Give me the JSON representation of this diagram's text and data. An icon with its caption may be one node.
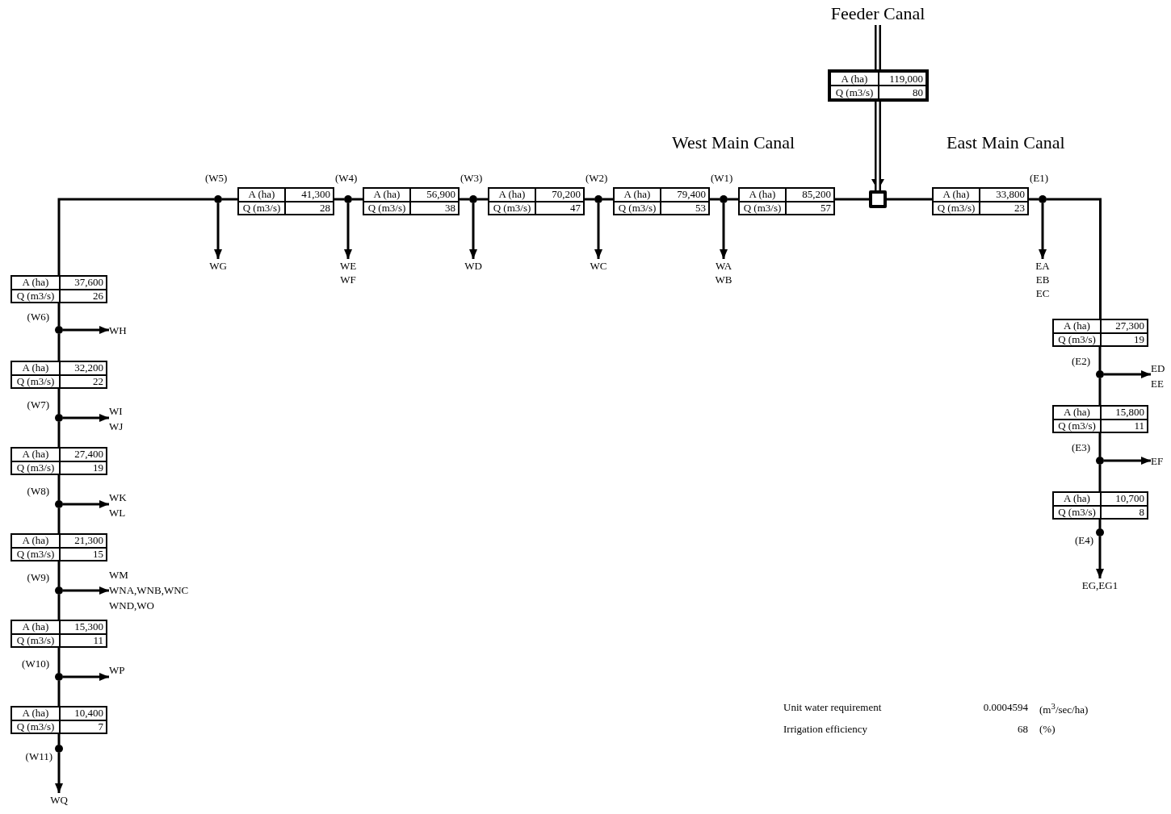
{
  "diagram": {
    "nodes": [
      {
        "text": [
          "Feeder Canal"
        ]
      },
      {
        "text": [
          "A (ha)",
          "119,000",
          "Q (m3/s)",
          "80"
        ]
      },
      {
        "text": [],
        "shape": "box"
      },
      {
        "text": [
          "A (ha)",
          "85,200",
          "Q (m3/s)",
          "57"
        ]
      },
      {
        "text": [],
        "shape": "circle"
      },
      {
        "text": [
          "WA",
          "WB"
        ]
      },
      {
        "text": [
          "A (ha)",
          "79,400",
          "Q (m3/s)",
          "53"
        ]
      },
      {
        "text": [],
        "shape": "circle"
      },
      {
        "text": [
          "WC"
        ]
      },
      {
        "text": [
          "A (ha)",
          "70,200",
          "Q (m3/s)",
          "47"
        ]
      },
      {
        "text": [],
        "shape": "circle"
      },
      {
        "text": [
          "WD"
        ]
      },
      {
        "text": [
          "A (ha)",
          "56,900",
          "Q (m3/s)",
          "38"
        ]
      },
      {
        "text": [],
        "shape": "circle"
      },
      {
        "text": [
          "WE",
          "WF"
        ]
      },
      {
        "text": [
          "A (ha)",
          "41,300",
          "Q (m3/s)",
          "28"
        ]
      },
      {
        "text": [],
        "shape": "circle"
      },
      {
        "text": [
          "WG"
        ]
      },
      {
        "text": [
          "A (ha)",
          "37,600",
          "Q (m3/s)",
          "26"
        ]
      },
      {
        "text": [],
        "shape": "circle"
      },
      {
        "text": [
          "WH"
        ]
      },
      {
        "text": [
          "A (ha)",
          "32,200",
          "Q (m3/s)",
          "22"
        ]
      },
      {
        "text": [],
        "shape": "circle"
      },
      {
        "text": [
          "WI",
          "WJ"
        ]
      },
      {
        "text": [
          "A (ha)",
          "27,400",
          "Q (m3/s)",
          "19"
        ]
      },
      {
        "text": [],
        "shape": "circle"
      },
      {
        "text": [
          "WK",
          "WL"
        ]
      },
      {
        "text": [
          "A (ha)",
          "21,300",
          "Q (m3/s)",
          "15"
        ]
      },
      {
        "text": [],
        "shape": "circle"
      },
      {
        "text": [
          "WM",
          "WNA,WNB,WNC",
          "WND,WO"
        ]
      },
      {
        "text": [
          "A (ha)",
          "15,300",
          "Q (m3/s)",
          "11"
        ]
      },
      {
        "text": [],
        "shape": "circle"
      },
      {
        "text": [
          "WP"
        ]
      },
      {
        "text": [
          "A (ha)",
          "10,400",
          "Q (m3/s)",
          "7"
        ]
      },
      {
        "text": [],
        "shape": "circle"
      },
      {
        "text": [
          "WQ"
        ]
      },
      {
        "text": [
          "A (ha)",
          "33,800",
          "Q (m3/s)",
          "23"
        ]
      },
      {
        "text": [],
        "shape": "circle"
      },
      {
        "text": [
          "EA",
          "EB",
          "EC"
        ]
      },
      {
        "text": [
          "A (ha)",
          "27,300",
          "Q (m3/s)",
          "19"
        ]
      },
      {
        "text": [],
        "shape": "circle"
      },
      {
        "text": [
          "ED",
          "EE"
        ]
      },
      {
        "text": [
          "A (ha)",
          "15,800",
          "Q (m3/s)",
          "11"
        ]
      },
      {
        "text": [],
        "shape": "circle"
      },
      {
        "text": [
          "EF"
        ]
      },
      {
        "text": [
          "A (ha)",
          "10,700",
          "Q (m3/s)",
          "8"
        ]
      },
      {
        "text": [],
        "shape": "circle"
      },
      {
        "text": [
          "EG,EG1"
        ]
      }
    ],
    "edges": [
      {
        "from": 0,
        "to": 1,
        "arrow": "none",
        "style": "thick"
      },
      {
        "from": 1,
        "to": 2,
        "arrow": "to",
        "style": "thick"
      },
      {
        "from": 2,
        "to": 3,
        "arrow": "none"
      },
      {
        "from": 3,
        "to": 4,
        "arrow": "none"
      },
      {
        "from": 4,
        "to": 6,
        "arrow": "none"
      },
      {
        "from": 6,
        "to": 7,
        "arrow": "none"
      },
      {
        "from": 7,
        "to": 9,
        "arrow": "none"
      },
      {
        "from": 9,
        "to": 10,
        "arrow": "none"
      },
      {
        "from": 10,
        "to": 12,
        "arrow": "none"
      },
      {
        "from": 12,
        "to": 13,
        "arrow": "none"
      },
      {
        "from": 13,
        "to": 15,
        "arrow": "none"
      },
      {
        "from": 15,
        "to": 16,
        "arrow": "none"
      },
      {
        "from": 16,
        "to": 18,
        "arrow": "none"
      },
      {
        "from": 18,
        "to": 19,
        "arrow": "none"
      },
      {
        "from": 19,
        "to": 21,
        "arrow": "none"
      },
      {
        "from": 21,
        "to": 22,
        "arrow": "none"
      },
      {
        "from": 22,
        "to": 24,
        "arrow": "none"
      },
      {
        "from": 24,
        "to": 25,
        "arrow": "none"
      },
      {
        "from": 25,
        "to": 27,
        "arrow": "none"
      },
      {
        "from": 27,
        "to": 28,
        "arrow": "none"
      },
      {
        "from": 28,
        "to": 30,
        "arrow": "none"
      },
      {
        "from": 30,
        "to": 31,
        "arrow": "none"
      },
      {
        "from": 31,
        "to": 33,
        "arrow": "none"
      },
      {
        "from": 33,
        "to": 34,
        "arrow": "none"
      },
      {
        "from": 34,
        "to": 35,
        "arrow": "to"
      },
      {
        "from": 4,
        "to": 5,
        "arrow": "to"
      },
      {
        "from": 7,
        "to": 8,
        "arrow": "to"
      },
      {
        "from": 10,
        "to": 11,
        "arrow": "to"
      },
      {
        "from": 13,
        "to": 14,
        "arrow": "to"
      },
      {
        "from": 16,
        "to": 17,
        "arrow": "to"
      },
      {
        "from": 19,
        "to": 20,
        "arrow": "to"
      },
      {
        "from": 22,
        "to": 23,
        "arrow": "to"
      },
      {
        "from": 25,
        "to": 26,
        "arrow": "to"
      },
      {
        "from": 28,
        "to": 29,
        "arrow": "to"
      },
      {
        "from": 31,
        "to": 32,
        "arrow": "to"
      },
      {
        "from": 2,
        "to": 36,
        "arrow": "none"
      },
      {
        "from": 36,
        "to": 37,
        "arrow": "none"
      },
      {
        "from": 37,
        "to": 39,
        "arrow": "none"
      },
      {
        "from": 39,
        "to": 40,
        "arrow": "none"
      },
      {
        "from": 40,
        "to": 42,
        "arrow": "none"
      },
      {
        "from": 42,
        "to": 43,
        "arrow": "none"
      },
      {
        "from": 43,
        "to": 45,
        "arrow": "none"
      },
      {
        "from": 45,
        "to": 46,
        "arrow": "none"
      },
      {
        "from": 46,
        "to": 47,
        "arrow": "to"
      },
      {
        "from": 37,
        "to": 38,
        "arrow": "to"
      },
      {
        "from": 40,
        "to": 41,
        "arrow": "to"
      },
      {
        "from": 43,
        "to": 44,
        "arrow": "to"
      }
    ],
    "labels": [
      "West Main Canal",
      "East Main Canal",
      "(W5)",
      "(W4)",
      "(W3)",
      "(W2)",
      "(W1)",
      "(E1)",
      "(W6)",
      "(W7)",
      "(W8)",
      "(W9)",
      "(W10)",
      "(W11)",
      "(E2)",
      "(E3)",
      "(E4)",
      "Unit water requirement",
      "0.0004594",
      "(m$^{3}$/sec/ha)",
      "Irrigation efficiency",
      "68",
      "(%)"
    ]
  }
}
